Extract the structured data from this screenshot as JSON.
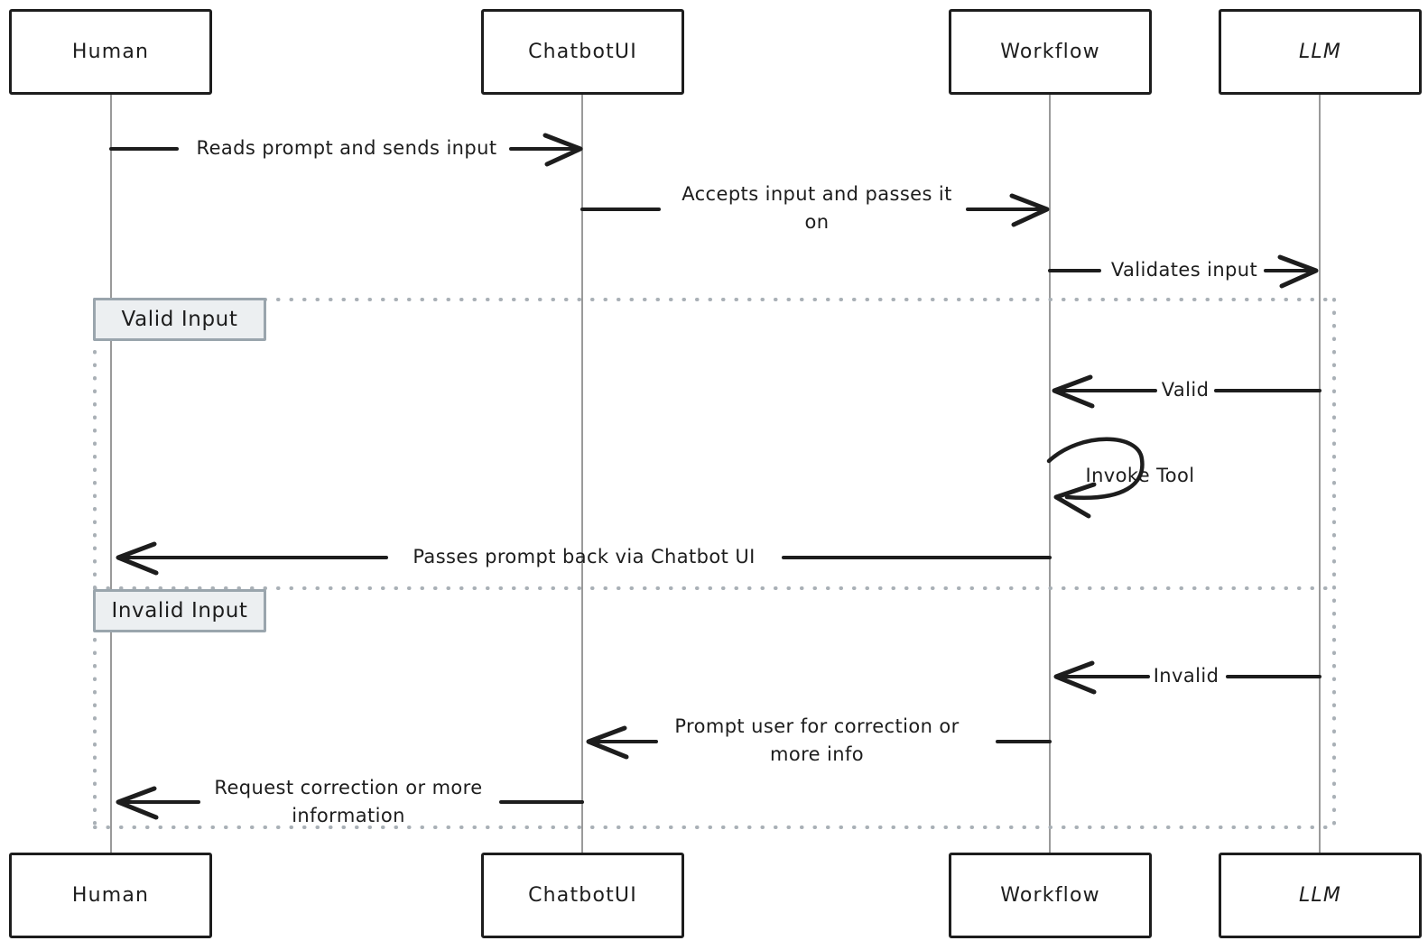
{
  "diagram": {
    "type": "sequence-diagram",
    "actors": [
      {
        "id": "human",
        "label": "Human"
      },
      {
        "id": "chatbotui",
        "label": "ChatbotUI"
      },
      {
        "id": "workflow",
        "label": "Workflow"
      },
      {
        "id": "llm",
        "label": "LLM"
      }
    ],
    "messages": {
      "m1": {
        "from": "Human",
        "to": "ChatbotUI",
        "text": "Reads prompt and sends input"
      },
      "m2": {
        "from": "ChatbotUI",
        "to": "Workflow",
        "lines": [
          "Accepts input and passes it",
          "on"
        ]
      },
      "m3": {
        "from": "Workflow",
        "to": "LLM",
        "text": "Validates input"
      },
      "m4": {
        "from": "LLM",
        "to": "Workflow",
        "text": "Valid"
      },
      "m5": {
        "type": "self-loop",
        "on": "Workflow",
        "text": "Invoke Tool"
      },
      "m6": {
        "from": "Workflow",
        "to": "Human",
        "text": "Passes prompt back via Chatbot UI"
      },
      "m7": {
        "from": "LLM",
        "to": "Workflow",
        "text": "Invalid"
      },
      "m8": {
        "from": "Workflow",
        "to": "ChatbotUI",
        "lines": [
          "Prompt user for correction or",
          "more info"
        ]
      },
      "m9": {
        "from": "ChatbotUI",
        "to": "Human",
        "lines": [
          "Request correction or more",
          "information"
        ]
      }
    },
    "sections": {
      "valid": {
        "label": "Valid Input"
      },
      "invalid": {
        "label": "Invalid Input"
      }
    },
    "colors": {
      "ink": "#1d1d1d",
      "lifeline": "#9a9a9a",
      "frame_border": "#a9b0b6",
      "label_fill": "#eceff1",
      "label_border": "#9aa5ad",
      "background": "#ffffff"
    }
  }
}
